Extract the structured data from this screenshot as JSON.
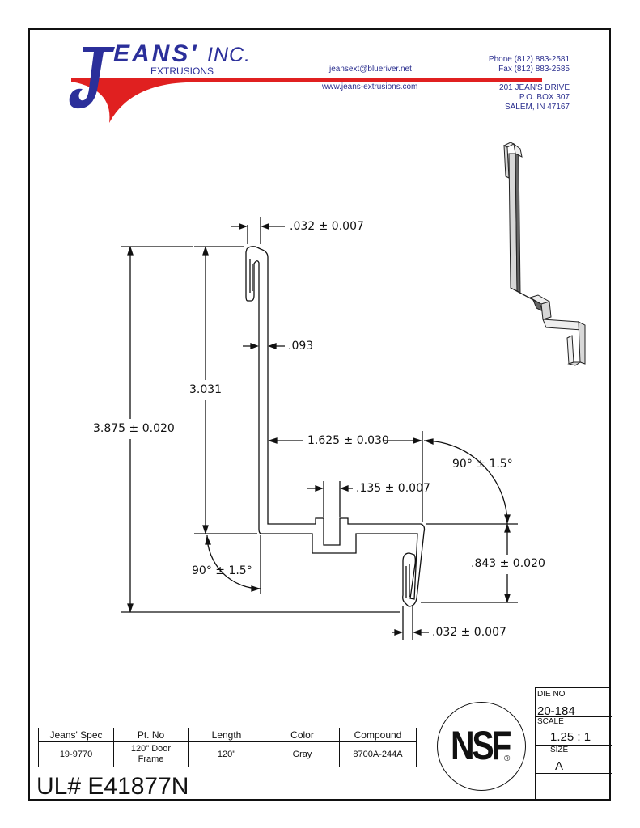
{
  "company": {
    "logo_letters": "EANS'",
    "logo_inc": "INC.",
    "logo_extrusions": "EXTRUSIONS",
    "email": "jeansext@blueriver.net",
    "website": "www.jeans-extrusions.com",
    "phone": "Phone (812) 883-2581",
    "fax": "Fax (812) 883-2585",
    "address1": "201 JEAN'S DRIVE",
    "address2": "P.O. BOX 307",
    "address3": "SALEM, IN 47167",
    "brand_blue": "#2b2f9a",
    "brand_red": "#e02020"
  },
  "dimensions": {
    "wall_top": ".032 ± 0.007",
    "thickness": ".093",
    "height_inner": "3.031",
    "height_overall": "3.875 ± 0.020",
    "width": "1.625 ± 0.030",
    "angle_upper": "90° ± 1.5°",
    "slot": ".135 ± 0.007",
    "lower_height": ".843 ± 0.020",
    "angle_lower": "90° ± 1.5°",
    "wall_bottom": ".032 ± 0.007"
  },
  "spec_table": {
    "headers": [
      "Jeans' Spec",
      "Pt. No",
      "Length",
      "Color",
      "Compound"
    ],
    "values": [
      "19-9770",
      "120\" Door Frame",
      "120\"",
      "Gray",
      "8700A-244A"
    ]
  },
  "ul_number": "UL# E41877N",
  "nsf": {
    "label": "NSF",
    "registered": "®"
  },
  "title_block": {
    "die_no_label": "DIE NO",
    "die_no": "20-184",
    "scale_label": "SCALE",
    "scale": "1.25 : 1",
    "size_label": "SIZE",
    "size": "A"
  }
}
